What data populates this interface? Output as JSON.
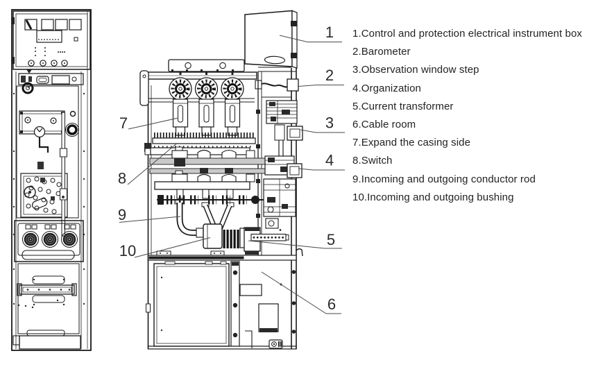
{
  "figure": {
    "description": "Sectional diagram of a switchgear cabinet: front view (left) and side section view (middle) with numbered part callouts"
  },
  "colors": {
    "line": "#1a1a1a",
    "band": "#c9c9c9",
    "leader": "#4a4a4a",
    "text": "#222222"
  },
  "callouts": {
    "right": [
      "1",
      "2",
      "3",
      "4",
      "5",
      "6"
    ],
    "left": [
      "7",
      "8",
      "9",
      "10"
    ]
  },
  "legend": {
    "items": [
      {
        "num": "1.",
        "label": "Control and protection electrical instrument box"
      },
      {
        "num": "2.",
        "label": "Barometer"
      },
      {
        "num": "3.",
        "label": "Observation window step"
      },
      {
        "num": "4.",
        "label": "Organization"
      },
      {
        "num": "5.",
        "label": "Current transformer"
      },
      {
        "num": "6.",
        "label": "Cable room"
      },
      {
        "num": "7.",
        "label": "Expand the casing side"
      },
      {
        "num": "8.",
        "label": "Switch"
      },
      {
        "num": "9.",
        "label": "Incoming and outgoing conductor rod"
      },
      {
        "num": "10.",
        "label": "Incoming and outgoing bushing"
      }
    ]
  }
}
